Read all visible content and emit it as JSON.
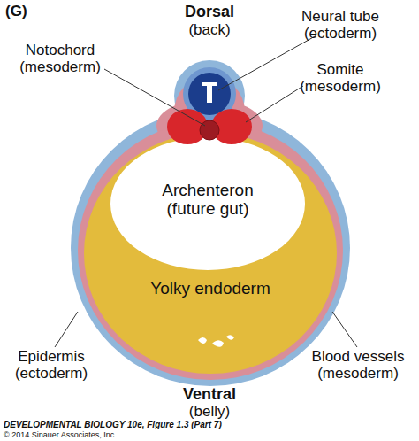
{
  "diagram": {
    "nodes": [
      {
        "text": [
          "Yolky endoderm"
        ]
      },
      {
        "text": [
          "Archenteron (future gut)"
        ],
        "in": 0
      }
    ],
    "labels": [
      "(G)",
      "Dorsal",
      "(back)",
      "Neural tube (ectoderm)",
      "Notochord (mesoderm)",
      "Somite (mesoderm)",
      "Epidermis (ectoderm)",
      "Blood vessels (mesoderm)",
      "Ventral",
      "(belly)",
      "DEVELOPMENTAL BIOLOGY 10e, Figure 1.3 (Part 7)",
      "© 2014 Sinauer Associates, Inc."
    ]
  }
}
